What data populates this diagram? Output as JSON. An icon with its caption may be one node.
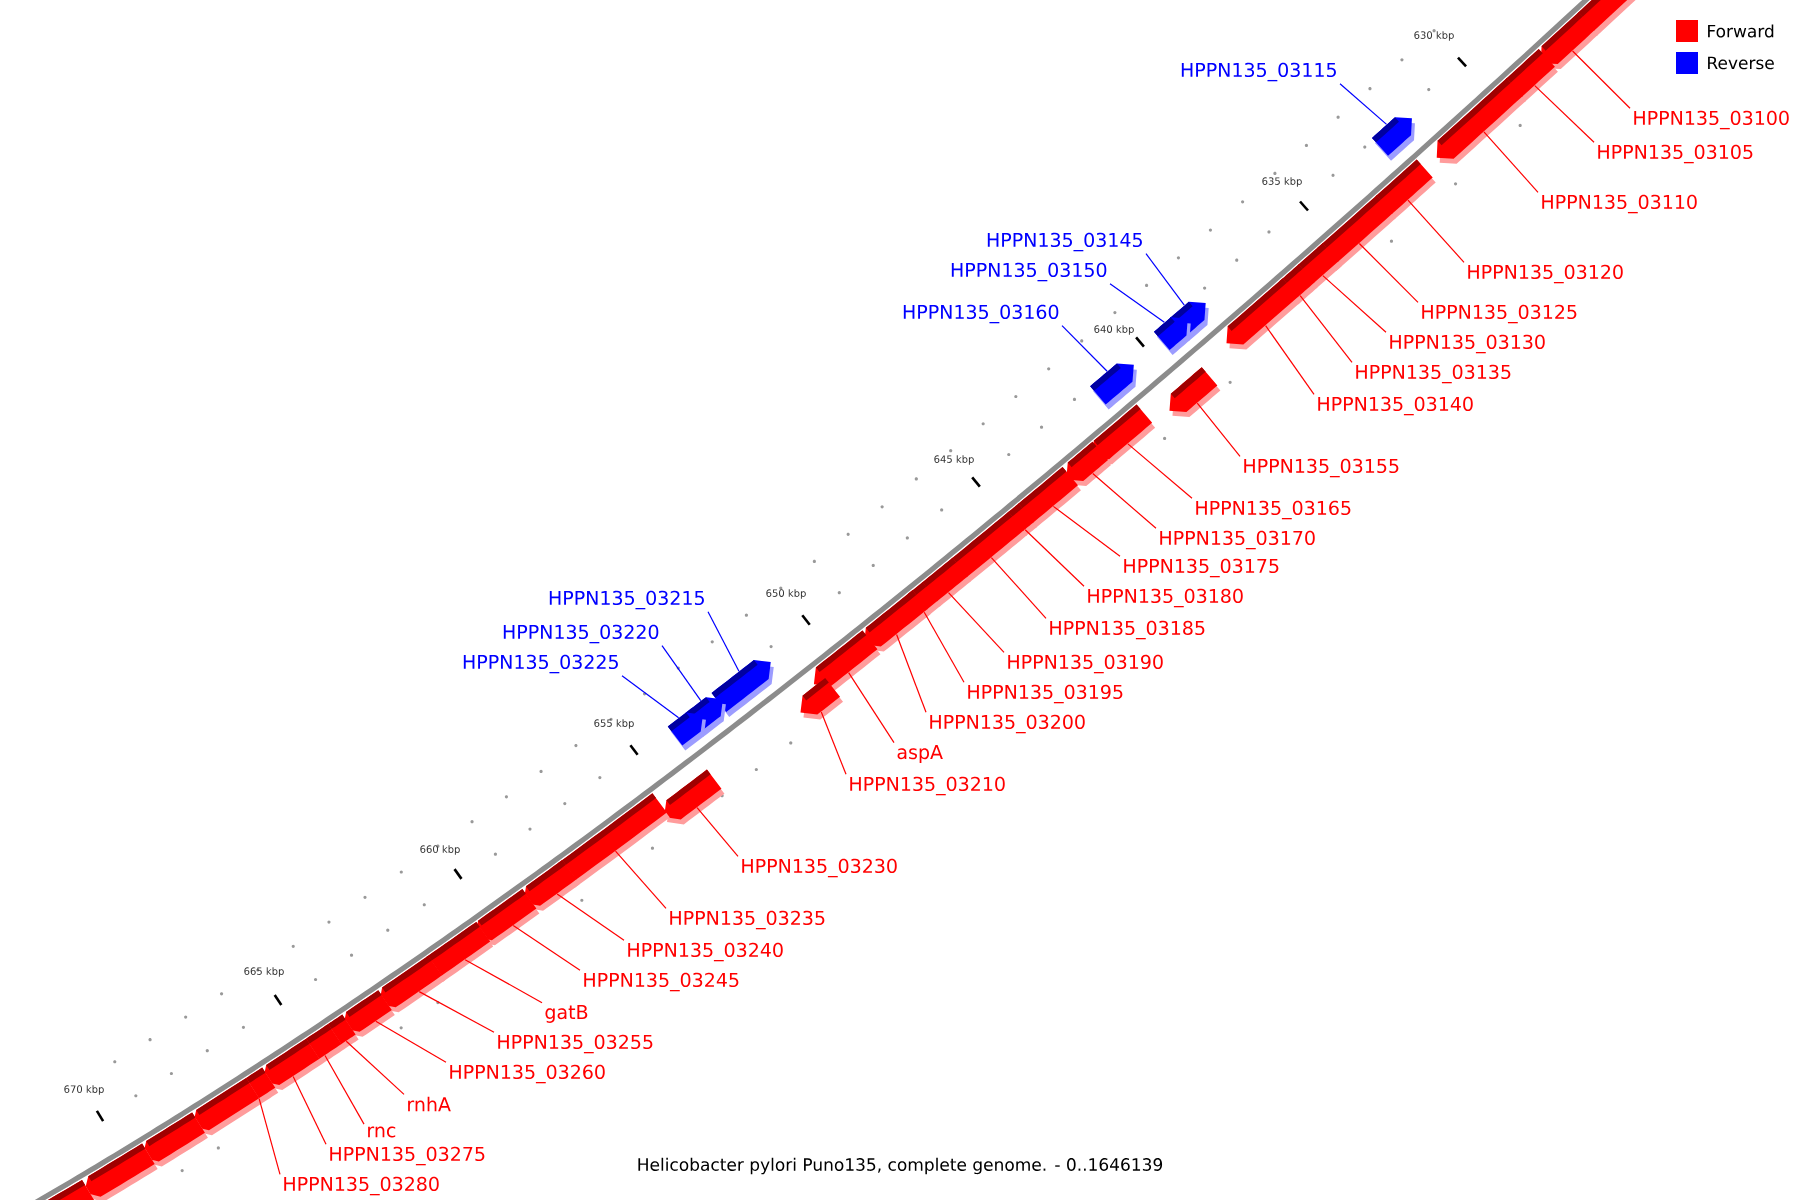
{
  "diagram": {
    "caption": "Helicobacter pylori Puno135, complete genome. - 0..1646139",
    "nodes": [
      {
        "text": [
          "HPPN135_03115"
        ]
      },
      {
        "text": [
          "HPPN135_03100"
        ]
      },
      {
        "text": [
          "HPPN135_03105"
        ]
      },
      {
        "text": [
          "HPPN135_03110"
        ]
      },
      {
        "text": [
          "HPPN135_03145"
        ]
      },
      {
        "text": [
          "HPPN135_03120"
        ]
      },
      {
        "text": [
          "HPPN135_03150"
        ]
      },
      {
        "text": [
          "HPPN135_03125"
        ]
      },
      {
        "text": [
          "HPPN135_03160"
        ]
      },
      {
        "text": [
          "HPPN135_03130"
        ]
      },
      {
        "text": [
          "HPPN135_03135"
        ]
      },
      {
        "text": [
          "HPPN135_03140"
        ]
      },
      {
        "text": [
          "HPPN135_03155"
        ]
      },
      {
        "text": [
          "HPPN135_03165"
        ]
      },
      {
        "text": [
          "HPPN135_03170"
        ]
      },
      {
        "text": [
          "HPPN135_03175"
        ]
      },
      {
        "text": [
          "HPPN135_03180"
        ]
      },
      {
        "text": [
          "HPPN135_03215"
        ]
      },
      {
        "text": [
          "HPPN135_03185"
        ]
      },
      {
        "text": [
          "HPPN135_03220"
        ]
      },
      {
        "text": [
          "HPPN135_03190"
        ]
      },
      {
        "text": [
          "HPPN135_03225"
        ]
      },
      {
        "text": [
          "HPPN135_03195"
        ]
      },
      {
        "text": [
          "HPPN135_03200"
        ]
      },
      {
        "text": [
          "aspA"
        ]
      },
      {
        "text": [
          "HPPN135_03210"
        ]
      },
      {
        "text": [
          "HPPN135_03230"
        ]
      },
      {
        "text": [
          "HPPN135_03235"
        ]
      },
      {
        "text": [
          "HPPN135_03240"
        ]
      },
      {
        "text": [
          "HPPN135_03245"
        ]
      },
      {
        "text": [
          "gatB"
        ]
      },
      {
        "text": [
          "HPPN135_03255"
        ]
      },
      {
        "text": [
          "HPPN135_03260"
        ]
      },
      {
        "text": [
          "rnhA"
        ]
      },
      {
        "text": [
          "rnc"
        ]
      },
      {
        "text": [
          "HPPN135_03275"
        ]
      },
      {
        "text": [
          "HPPN135_03280"
        ]
      },
      {
        "text": [],
        "shape": "box"
      },
      {
        "text": [],
        "shape": "box"
      },
      {
        "text": [],
        "shape": "box"
      },
      {
        "text": [],
        "shape": "box"
      },
      {
        "text": [],
        "shape": "box"
      },
      {
        "text": [],
        "shape": "box"
      },
      {
        "text": [],
        "shape": "box"
      },
      {
        "text": [],
        "shape": "box"
      },
      {
        "text": [],
        "shape": "box"
      },
      {
        "text": [],
        "shape": "box"
      },
      {
        "text": [],
        "shape": "box"
      },
      {
        "text": [],
        "shape": "box"
      },
      {
        "text": [],
        "shape": "box"
      },
      {
        "text": [],
        "shape": "box"
      },
      {
        "text": [],
        "shape": "box"
      },
      {
        "text": [],
        "shape": "box"
      },
      {
        "text": [],
        "shape": "box"
      },
      {
        "text": [],
        "shape": "box"
      },
      {
        "text": [],
        "shape": "box"
      },
      {
        "text": [],
        "shape": "box"
      },
      {
        "text": [],
        "shape": "box"
      },
      {
        "text": [],
        "shape": "box"
      },
      {
        "text": [],
        "shape": "box"
      },
      {
        "text": [],
        "shape": "box"
      },
      {
        "text": [],
        "shape": "box"
      },
      {
        "text": [],
        "shape": "box"
      },
      {
        "text": [],
        "shape": "box"
      },
      {
        "text": [],
        "shape": "box"
      },
      {
        "text": [],
        "shape": "box"
      },
      {
        "text": [],
        "shape": "box"
      },
      {
        "text": [],
        "shape": "box"
      },
      {
        "text": [],
        "shape": "box"
      },
      {
        "text": [],
        "shape": "box"
      },
      {
        "text": [],
        "shape": "box"
      },
      {
        "text": [],
        "shape": "box"
      },
      {
        "text": [],
        "shape": "box"
      },
      {
        "text": [],
        "shape": "box"
      },
      {
        "text": [],
        "shape": "box"
      },
      {
        "text": [],
        "shape": "box"
      },
      {
        "text": [],
        "shape": "box"
      },
      {
        "text": [],
        "shape": "box"
      },
      {
        "text": [],
        "shape": "box"
      }
    ],
    "edges": [
      {
        "from": 0,
        "to": 72,
        "arrow": "none",
        "color": "#0000ff"
      },
      {
        "from": 1,
        "to": 38,
        "arrow": "none"
      },
      {
        "from": 2,
        "to": 39,
        "arrow": "none"
      },
      {
        "from": 3,
        "to": 40,
        "arrow": "none"
      },
      {
        "from": 4,
        "to": 73,
        "arrow": "none",
        "color": "#0000ff"
      },
      {
        "from": 5,
        "to": 41,
        "arrow": "none"
      },
      {
        "from": 6,
        "to": 74,
        "arrow": "none",
        "color": "#0000ff"
      },
      {
        "from": 7,
        "to": 42,
        "arrow": "none"
      },
      {
        "from": 8,
        "to": 75,
        "arrow": "none",
        "color": "#0000ff"
      },
      {
        "from": 9,
        "to": 43,
        "arrow": "none"
      },
      {
        "from": 10,
        "to": 44,
        "arrow": "none"
      },
      {
        "from": 11,
        "to": 45,
        "arrow": "none"
      },
      {
        "from": 12,
        "to": 46,
        "arrow": "none"
      },
      {
        "from": 13,
        "to": 47,
        "arrow": "none"
      },
      {
        "from": 14,
        "to": 48,
        "arrow": "none"
      },
      {
        "from": 15,
        "to": 49,
        "arrow": "none"
      },
      {
        "from": 16,
        "to": 50,
        "arrow": "none"
      },
      {
        "from": 17,
        "to": 76,
        "arrow": "none",
        "color": "#0000ff"
      },
      {
        "from": 18,
        "to": 51,
        "arrow": "none"
      },
      {
        "from": 19,
        "to": 77,
        "arrow": "none",
        "color": "#0000ff"
      },
      {
        "from": 20,
        "to": 52,
        "arrow": "none"
      },
      {
        "from": 21,
        "to": 78,
        "arrow": "none",
        "color": "#0000ff"
      },
      {
        "from": 22,
        "to": 53,
        "arrow": "none"
      },
      {
        "from": 23,
        "to": 54,
        "arrow": "none"
      },
      {
        "from": 24,
        "to": 55,
        "arrow": "none"
      },
      {
        "from": 25,
        "to": 56,
        "arrow": "none"
      },
      {
        "from": 26,
        "to": 57,
        "arrow": "none"
      },
      {
        "from": 27,
        "to": 58,
        "arrow": "none"
      },
      {
        "from": 28,
        "to": 59,
        "arrow": "none"
      },
      {
        "from": 29,
        "to": 60,
        "arrow": "none"
      },
      {
        "from": 30,
        "to": 61,
        "arrow": "none"
      },
      {
        "from": 31,
        "to": 62,
        "arrow": "none"
      },
      {
        "from": 32,
        "to": 63,
        "arrow": "none"
      },
      {
        "from": 33,
        "to": 64,
        "arrow": "none"
      },
      {
        "from": 34,
        "to": 65,
        "arrow": "none"
      },
      {
        "from": 35,
        "to": 66,
        "arrow": "none"
      },
      {
        "from": 36,
        "to": 67,
        "arrow": "none"
      }
    ],
    "labels": [
      "630 kbp",
      "635 kbp",
      "640 kbp",
      "645 kbp",
      "650 kbp",
      "655 kbp",
      "660 kbp",
      "665 kbp",
      "670 kbp"
    ],
    "legend": [
      {
        "text": "Forward",
        "color": "#ff0000"
      },
      {
        "text": "Reverse",
        "color": "#0000ff"
      }
    ]
  }
}
